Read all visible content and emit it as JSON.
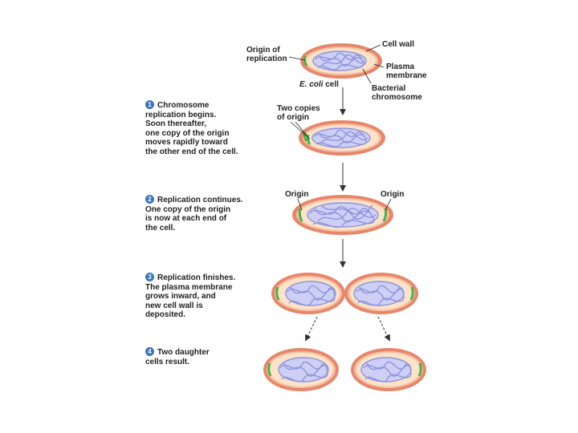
{
  "labels": {
    "origin_of_replication": [
      "Origin of",
      "replication"
    ],
    "cell_wall": "Cell wall",
    "plasma_membrane": [
      "Plasma",
      "membrane"
    ],
    "ecoli_cell_italic": "E. coli",
    "ecoli_cell_rest": " cell",
    "bacterial_chromosome": [
      "Bacterial",
      "chromosome"
    ],
    "two_copies_of_origin": [
      "Two copies",
      "of origin"
    ],
    "origin_left": "Origin",
    "origin_right": "Origin"
  },
  "steps": [
    {
      "number": "1",
      "lines": [
        "Chromosome",
        "replication begins.",
        "Soon thereafter,",
        "one copy of the origin",
        "moves rapidly toward",
        "the other end of the cell."
      ]
    },
    {
      "number": "2",
      "lines": [
        "Replication continues.",
        "One copy of the origin",
        "is now at each end of",
        "the cell."
      ]
    },
    {
      "number": "3",
      "lines": [
        "Replication finishes.",
        "The plasma membrane",
        "grows inward, and",
        "new cell wall is",
        "deposited."
      ]
    },
    {
      "number": "4",
      "lines": [
        "Two daughter",
        "cells result."
      ]
    }
  ],
  "colors": {
    "cell_wall": "#e8866a",
    "cytoplasm": "#fbe3c8",
    "membrane": "#f4c1a6",
    "chromosome": "#8f93dc",
    "origin": "#49b24a",
    "number_badge": "#3c74b8"
  }
}
